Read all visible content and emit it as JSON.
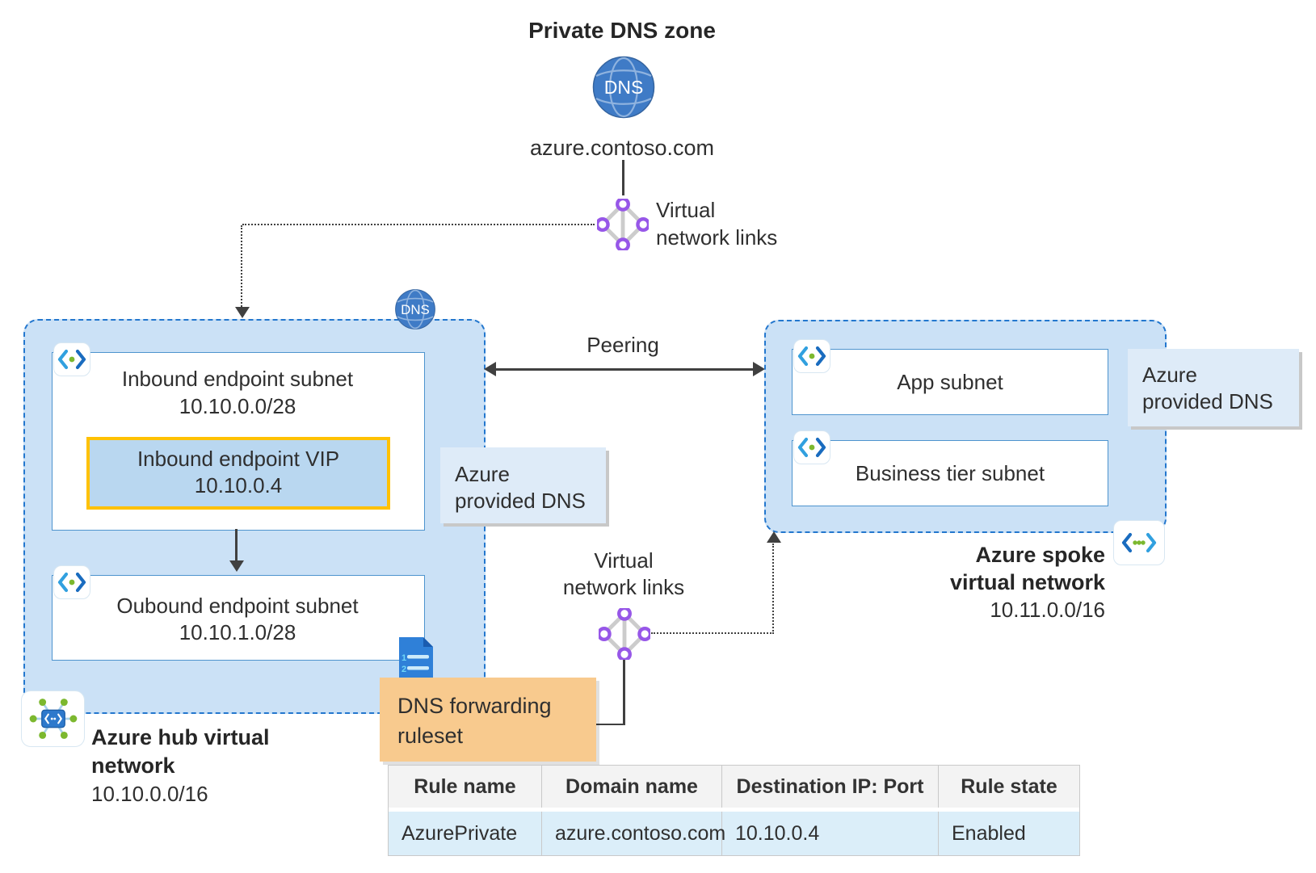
{
  "diagram_title": "Private DNS zone",
  "private_dns_zone": {
    "badge": "DNS",
    "domain": "azure.contoso.com"
  },
  "virtual_network_links_top": {
    "line1": "Virtual",
    "line2": "network links"
  },
  "hub_vnet": {
    "dns_badge": "DNS",
    "inbound_subnet": {
      "name": "Inbound endpoint subnet",
      "cidr": "10.10.0.0/28"
    },
    "inbound_vip": {
      "name": "Inbound endpoint VIP",
      "ip": "10.10.0.4"
    },
    "outbound_subnet": {
      "name": "Oubound endpoint subnet",
      "cidr": "10.10.1.0/28"
    },
    "label_line1": "Azure hub virtual",
    "label_line2": "network",
    "cidr": "10.10.0.0/16",
    "provided_dns": {
      "line1": "Azure",
      "line2": "provided DNS"
    }
  },
  "peering": {
    "label": "Peering"
  },
  "spoke_vnet": {
    "subnets": [
      "App subnet",
      "Business tier subnet"
    ],
    "label_line1": "Azure spoke",
    "label_line2": "virtual network",
    "cidr": "10.11.0.0/16",
    "provided_dns": {
      "line1": "Azure",
      "line2": "provided DNS"
    }
  },
  "virtual_network_links_bottom": {
    "line1": "Virtual",
    "line2": "network links"
  },
  "dns_forwarding_ruleset": {
    "line1": "DNS forwarding",
    "line2": "ruleset"
  },
  "ruleset_table": {
    "headers": [
      "Rule name",
      "Domain name",
      "Destination IP: Port",
      "Rule state"
    ],
    "rows": [
      [
        "AzurePrivate",
        "azure.contoso.com",
        "10.10.0.4",
        "Enabled"
      ]
    ]
  },
  "colors": {
    "vnet_fill": "#CBE1F6",
    "vnet_border": "#2377CE",
    "vip_border": "#FFC103",
    "note_blue": "#DEEBF8",
    "note_orange": "#F8CA8E",
    "table_header_bg": "#F3F3F3",
    "table_row_bg": "#DBEEF9",
    "line": "#404040",
    "link_purple": "#9757E8",
    "green_dot": "#7CB82F",
    "globe_blue": "#3F7BC6",
    "doc_blue": "#2F80D8"
  }
}
